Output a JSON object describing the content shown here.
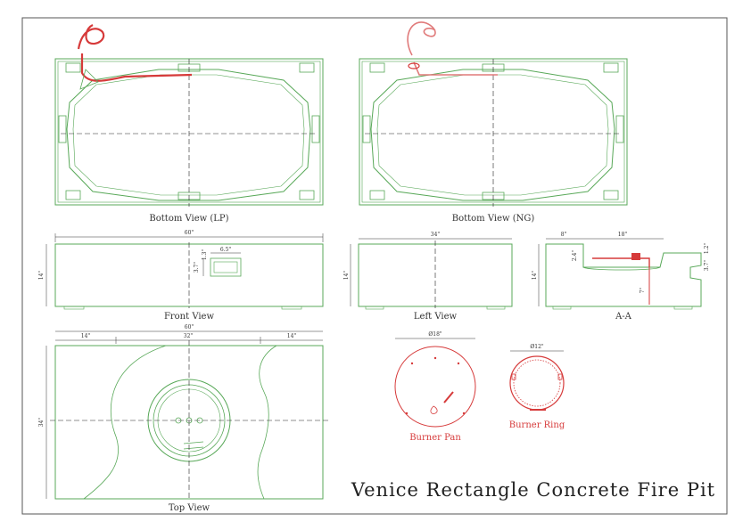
{
  "title": "Venice Rectangle Concrete Fire Pit",
  "views": {
    "bottom_lp": "Bottom View (LP)",
    "bottom_ng": "Bottom View (NG)",
    "front": "Front View",
    "left": "Left View",
    "section": "A-A",
    "top": "Top View",
    "burner_pan": "Burner Pan",
    "burner_ring": "Burner Ring"
  },
  "dimensions": {
    "front_width": "60\"",
    "front_height": "14\"",
    "front_cutout_width": "6.5\"",
    "front_cutout_height": "3.7\"",
    "front_cutout_offset": "1.3\"",
    "left_width": "34\"",
    "left_height": "14\"",
    "section_left": "8\"",
    "section_right": "18\"",
    "section_height": "14\"",
    "section_depth": "7\"",
    "section_small_1": "2.4\"",
    "section_small_2": "3.7\"",
    "section_small_3": "1.2\"",
    "top_width": "60\"",
    "top_left": "14\"",
    "top_center": "32\"",
    "top_right": "14\"",
    "top_height": "34\"",
    "pan_diameter": "Ø18\"",
    "ring_diameter": "Ø12\""
  },
  "colors": {
    "outline": "#58a858",
    "burner": "#d63a3a",
    "dimension": "#333333",
    "center_line": "#222222",
    "frame": "#555555"
  }
}
